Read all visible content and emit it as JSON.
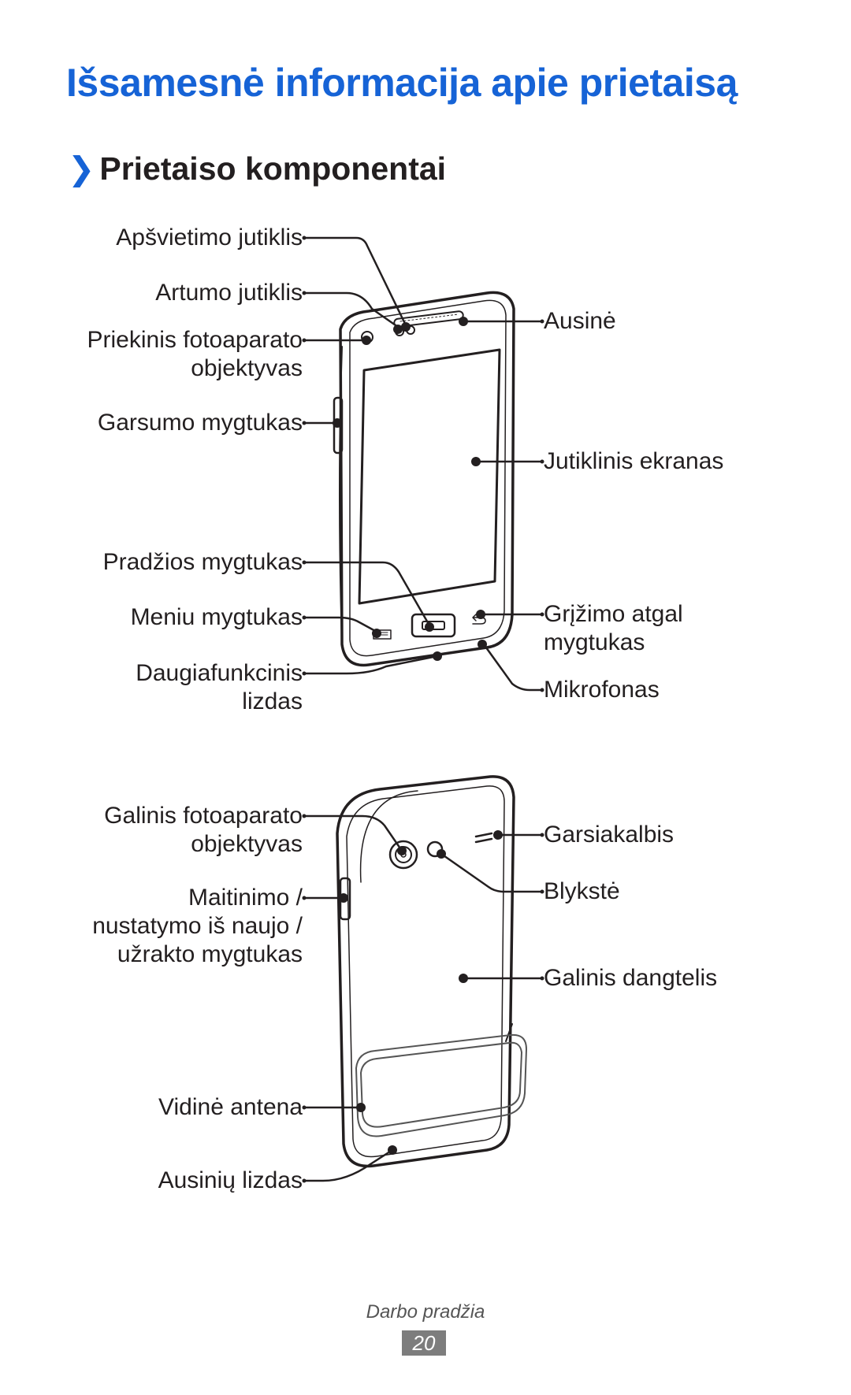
{
  "page": {
    "title": "Išsamesnė informacija apie prietaisą",
    "section_heading": "Prietaiso komponentai",
    "section_chevron": "❯",
    "accent_color": "#1663d6"
  },
  "front_view": {
    "labels_left": {
      "light_sensor": "Apšvietimo jutiklis",
      "proximity_sensor": "Artumo jutiklis",
      "front_camera": [
        "Priekinis fotoaparato",
        "objektyvas"
      ],
      "volume_key": "Garsumo mygtukas",
      "home_key": "Pradžios mygtukas",
      "menu_key": "Meniu mygtukas",
      "multifunction_jack": [
        "Daugiafunkcinis",
        "lizdas"
      ]
    },
    "labels_right": {
      "earpiece": "Ausinė",
      "touch_screen": "Jutiklinis ekranas",
      "back_key": [
        "Grįžimo atgal",
        "mygtukas"
      ],
      "microphone": "Mikrofonas"
    }
  },
  "rear_view": {
    "labels_left": {
      "rear_camera": [
        "Galinis fotoaparato",
        "objektyvas"
      ],
      "power_key": [
        "Maitinimo /",
        "nustatymo iš naujo /",
        "užrakto mygtukas"
      ],
      "internal_antenna": "Vidinė antena",
      "headset_jack": "Ausinių lizdas"
    },
    "labels_right": {
      "speaker": "Garsiakalbis",
      "flash": "Blykstė",
      "back_cover": "Galinis dangtelis"
    }
  },
  "footer": {
    "section": "Darbo pradžia",
    "page_number": "20"
  }
}
